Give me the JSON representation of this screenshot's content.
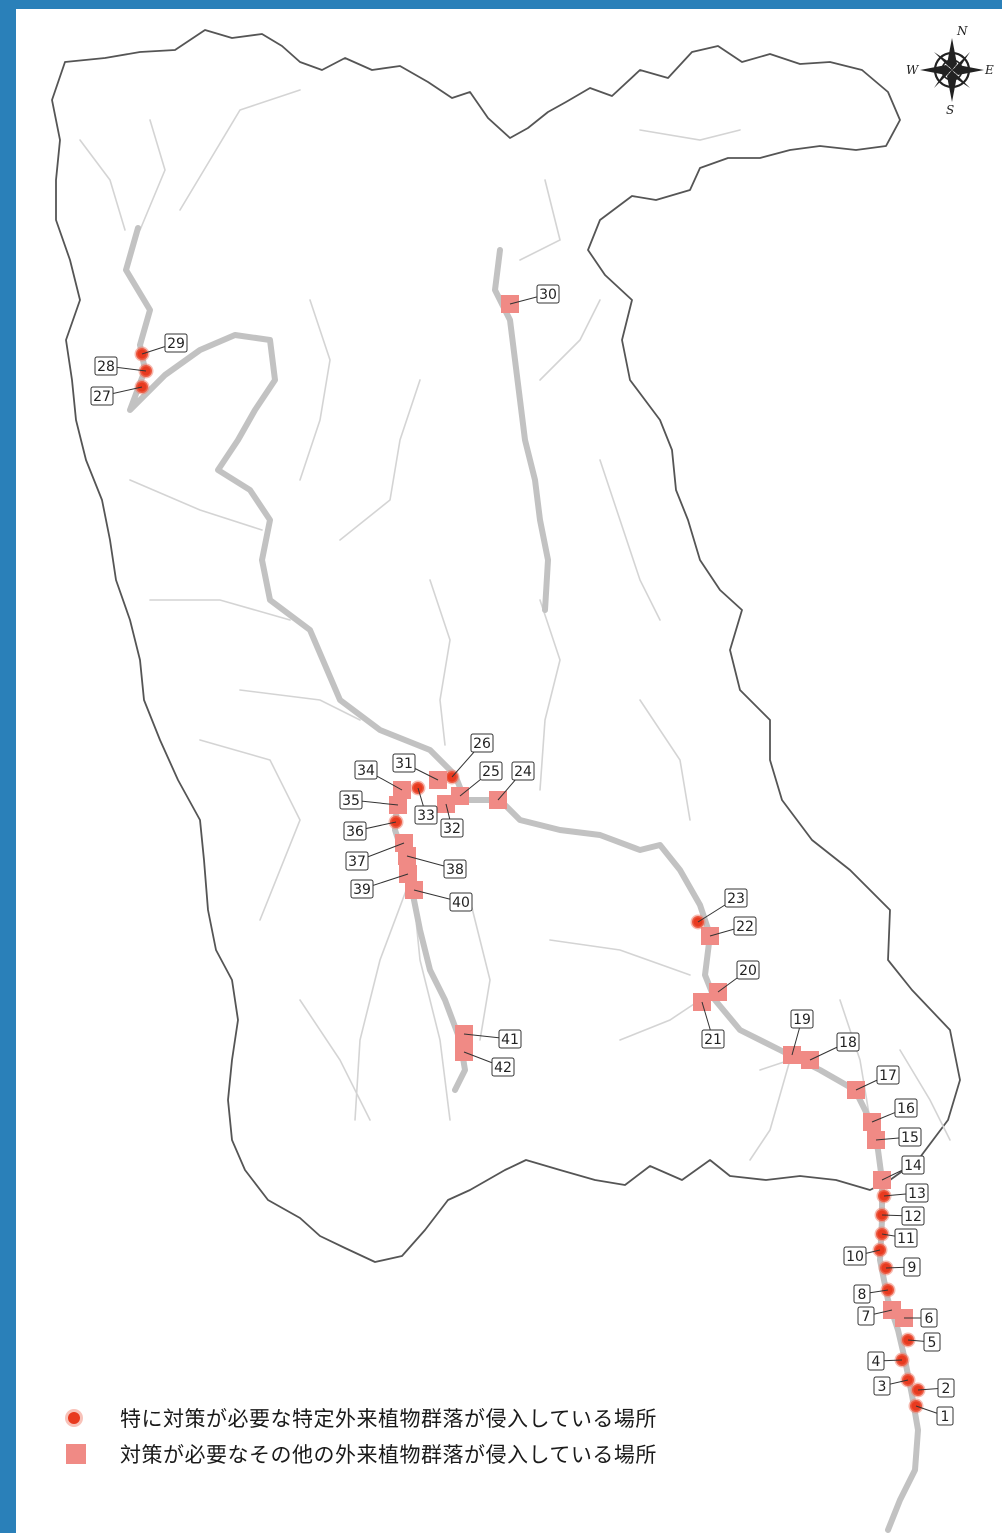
{
  "colors": {
    "frame": "#2a80b9",
    "boundary": "#555555",
    "main_river": "#c2c2c2",
    "tributary": "#d4d4d4",
    "priority_marker": "#e83a1f",
    "other_marker": "#f08a85"
  },
  "compass": {
    "icon": "compass-rose-icon",
    "north": "N",
    "east": "E",
    "south": "S",
    "west": "W"
  },
  "legend": {
    "priority_label": "特に対策が必要な特定外来植物群落が侵入している場所",
    "other_label": "対策が必要なその他の外来植物群落が侵入している場所"
  },
  "sites": [
    {
      "id": "1",
      "type": "priority"
    },
    {
      "id": "2",
      "type": "priority"
    },
    {
      "id": "3",
      "type": "priority"
    },
    {
      "id": "4",
      "type": "priority"
    },
    {
      "id": "5",
      "type": "priority"
    },
    {
      "id": "6",
      "type": "other"
    },
    {
      "id": "7",
      "type": "other"
    },
    {
      "id": "8",
      "type": "priority"
    },
    {
      "id": "9",
      "type": "priority"
    },
    {
      "id": "10",
      "type": "priority"
    },
    {
      "id": "11",
      "type": "priority"
    },
    {
      "id": "12",
      "type": "priority"
    },
    {
      "id": "13",
      "type": "priority"
    },
    {
      "id": "14",
      "type": "other"
    },
    {
      "id": "15",
      "type": "other"
    },
    {
      "id": "16",
      "type": "other"
    },
    {
      "id": "17",
      "type": "other"
    },
    {
      "id": "18",
      "type": "other"
    },
    {
      "id": "19",
      "type": "other"
    },
    {
      "id": "20",
      "type": "other"
    },
    {
      "id": "21",
      "type": "other"
    },
    {
      "id": "22",
      "type": "other"
    },
    {
      "id": "23",
      "type": "priority"
    },
    {
      "id": "24",
      "type": "other"
    },
    {
      "id": "25",
      "type": "other"
    },
    {
      "id": "26",
      "type": "priority"
    },
    {
      "id": "27",
      "type": "priority"
    },
    {
      "id": "28",
      "type": "priority"
    },
    {
      "id": "29",
      "type": "priority"
    },
    {
      "id": "30",
      "type": "other"
    },
    {
      "id": "31",
      "type": "other"
    },
    {
      "id": "32",
      "type": "other"
    },
    {
      "id": "33",
      "type": "priority"
    },
    {
      "id": "34",
      "type": "other"
    },
    {
      "id": "35",
      "type": "other"
    },
    {
      "id": "36",
      "type": "priority"
    },
    {
      "id": "37",
      "type": "other"
    },
    {
      "id": "38",
      "type": "other"
    },
    {
      "id": "39",
      "type": "other"
    },
    {
      "id": "40",
      "type": "other"
    },
    {
      "id": "41",
      "type": "other"
    },
    {
      "id": "42",
      "type": "other"
    }
  ]
}
